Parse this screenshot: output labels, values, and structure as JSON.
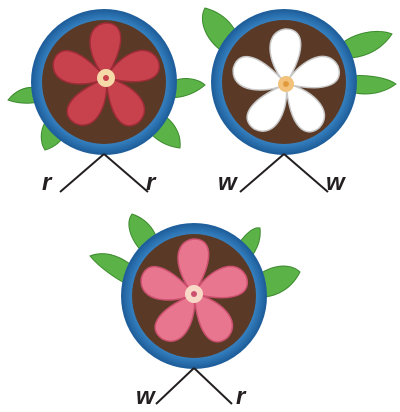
{
  "plants": [
    {
      "name": "red-plant",
      "petal_color": "#c8424e",
      "petal_dark": "#9e2b38",
      "petal_light": "#e0737b",
      "center_color": "#f6d9a8",
      "alleles": [
        "r",
        "r"
      ]
    },
    {
      "name": "white-plant",
      "petal_color": "#ffffff",
      "petal_dark": "#d9d9d9",
      "petal_light": "#ffffff",
      "center_color": "#f3c27a",
      "alleles": [
        "w",
        "w"
      ]
    },
    {
      "name": "pink-plant",
      "petal_color": "#e9768f",
      "petal_dark": "#cc5170",
      "petal_light": "#f7a9ba",
      "center_color": "#f8d9c7",
      "alleles": [
        "w",
        "r"
      ]
    }
  ],
  "colors": {
    "pot_rim": "#3f8fd0",
    "pot_rim_dark": "#1f5f9c",
    "soil": "#5a3a26",
    "leaf": "#5bb347",
    "leaf_dark": "#3d8a2f",
    "line": "#231f20"
  }
}
